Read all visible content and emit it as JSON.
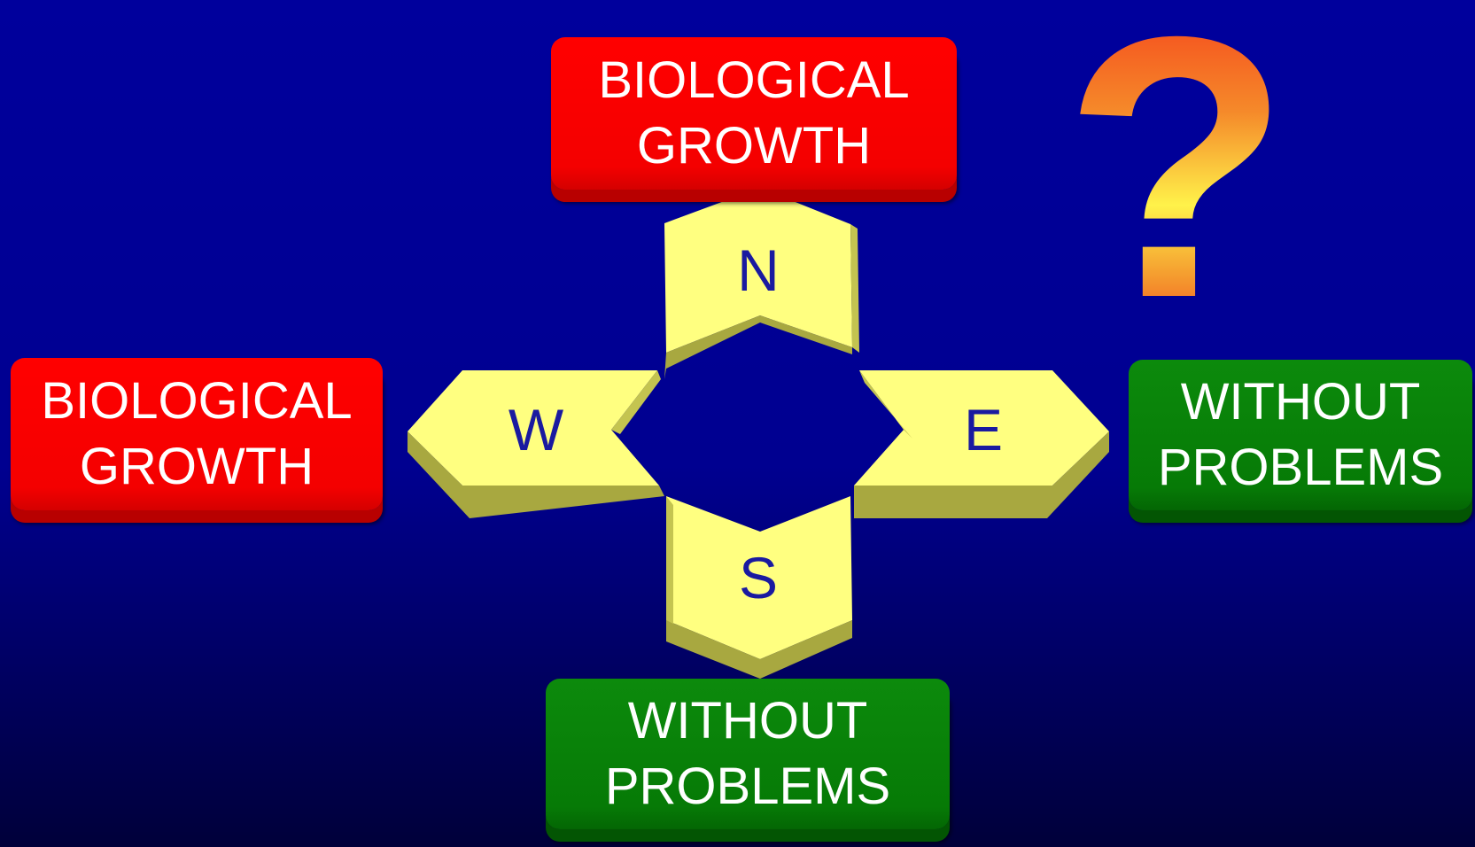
{
  "boxes": {
    "north": {
      "line1": "BIOLOGICAL",
      "line2": "GROWTH",
      "color": "#ff0000"
    },
    "west": {
      "line1": "BIOLOGICAL",
      "line2": "GROWTH",
      "color": "#ff0000"
    },
    "east": {
      "line1": "WITHOUT",
      "line2": "PROBLEMS",
      "color": "#0a870a"
    },
    "south": {
      "line1": "WITHOUT",
      "line2": "PROBLEMS",
      "color": "#0a870a"
    }
  },
  "compass": {
    "north": "N",
    "west": "W",
    "east": "E",
    "south": "S",
    "fill_color": "#ffff80"
  },
  "question_mark": "?",
  "background_color": "#00009c"
}
